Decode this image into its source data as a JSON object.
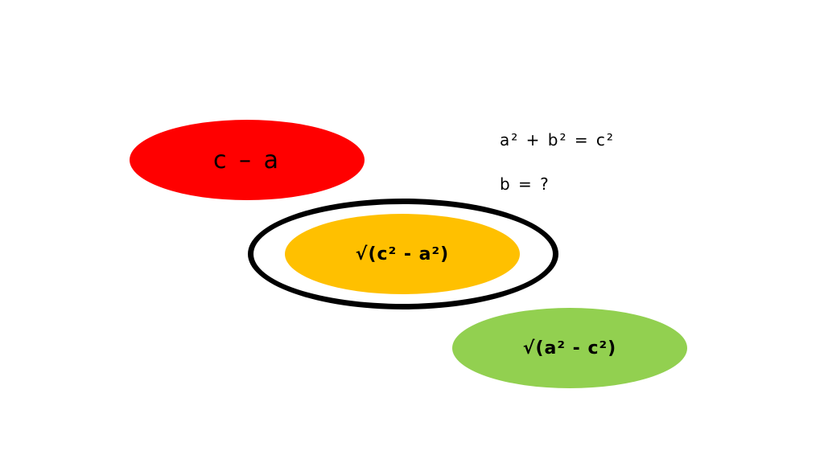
{
  "question": {
    "equation": "a² + b² = c²",
    "prompt": "b = ?"
  },
  "options": [
    {
      "label": "c – a",
      "color": "#ff0000",
      "selected": false
    },
    {
      "label": "√(c² - a²)",
      "color": "#ffc000",
      "selected": true
    },
    {
      "label": "√(a² - c²)",
      "color": "#92d050",
      "selected": false
    }
  ],
  "colors": {
    "background": "#ffffff",
    "highlight_ring": "#000000",
    "text": "#000000"
  }
}
